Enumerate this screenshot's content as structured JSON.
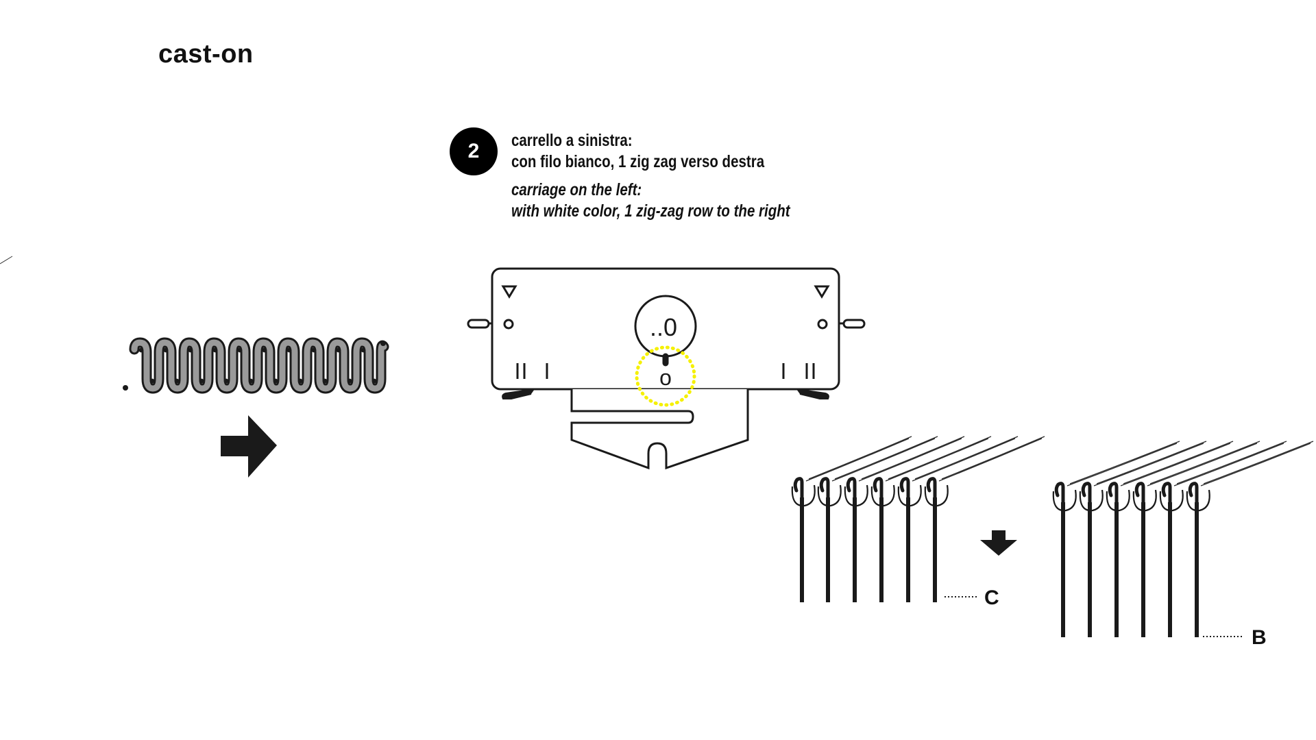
{
  "title": "cast-on",
  "step": {
    "number": "2",
    "it_line1": "carrello a sinistra:",
    "it_line2": "con filo bianco, 1 zig zag verso destra",
    "en_line1": "carriage on the left:",
    "en_line2": "with white color, 1 zig-zag row to the right"
  },
  "carriage": {
    "dial_value": "..0",
    "setting_label": "o"
  },
  "labels": {
    "left_needles": "C",
    "right_needles": "B"
  },
  "colors": {
    "highlight": "#f5f000",
    "ink": "#1a1a1a",
    "zigzag_fill": "#9a9a9a"
  },
  "icons": [
    "zigzag-stitch-icon",
    "arrow-right-icon",
    "arrow-down-icon",
    "triangle-marker-icon"
  ]
}
